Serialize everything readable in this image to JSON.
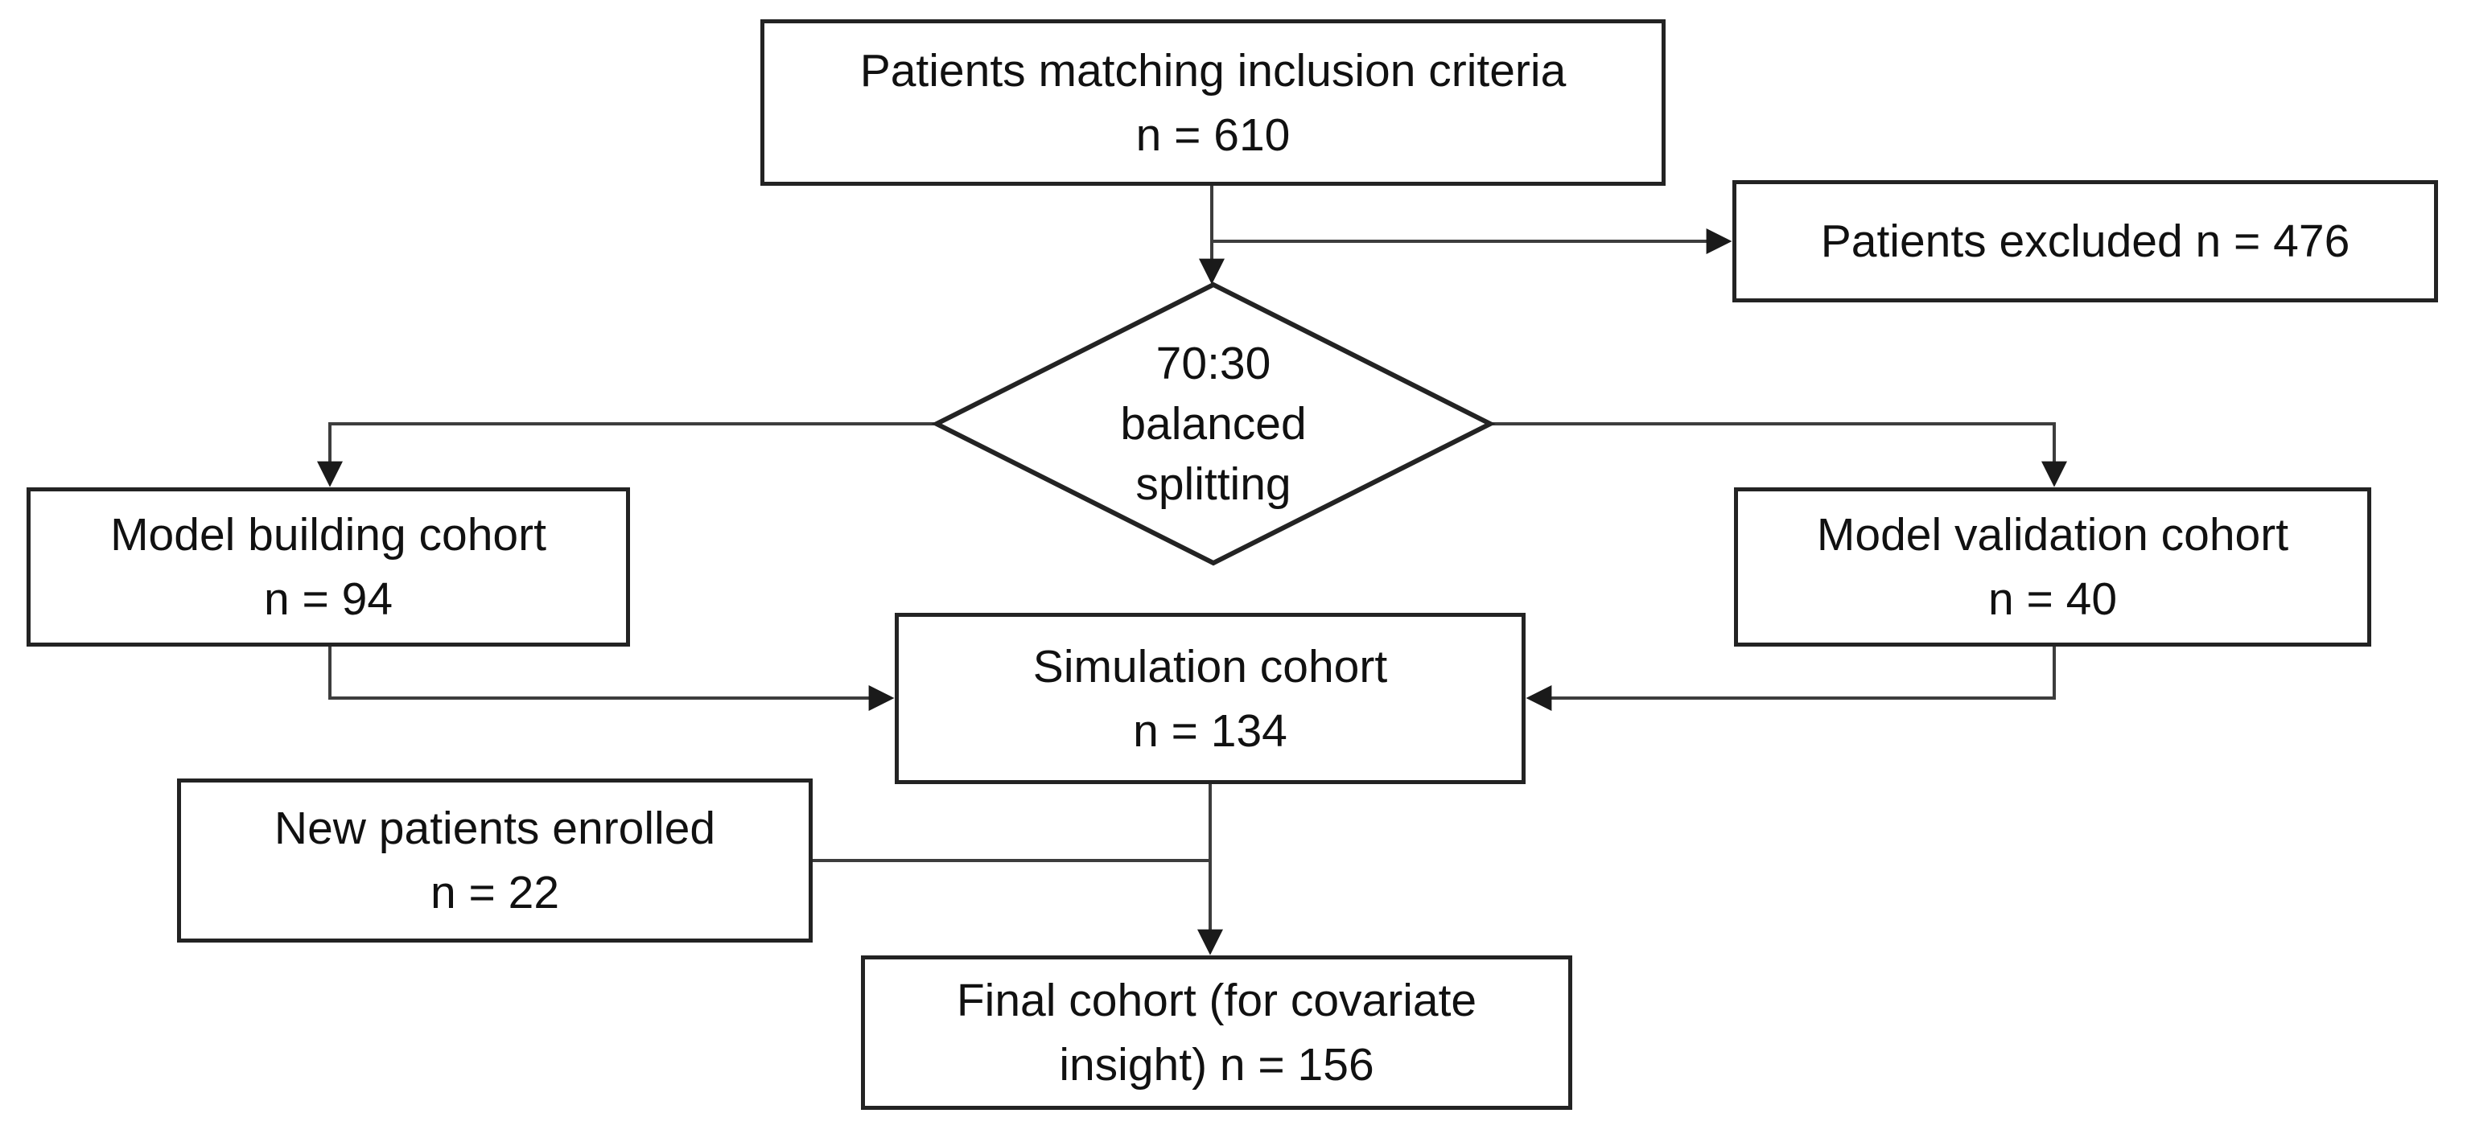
{
  "figure": {
    "background_color": "#ffffff",
    "box_border_color": "#232323",
    "line_color": "#3d3d3d",
    "arrow_color": "#1a1a1a",
    "text_color": "#111111"
  },
  "nodes": {
    "inclusion": {
      "lines": [
        "Patients matching inclusion criteria",
        "n = 610"
      ]
    },
    "excluded": {
      "lines": [
        "Patients excluded n = 476"
      ]
    },
    "split_decision": {
      "shape": "diamond",
      "lines": [
        "70:30",
        "balanced",
        "splitting"
      ]
    },
    "building": {
      "lines": [
        "Model building cohort",
        "n = 94"
      ]
    },
    "validation": {
      "lines": [
        "Model validation cohort",
        "n = 40"
      ]
    },
    "simulation": {
      "lines": [
        "Simulation cohort",
        "n = 134"
      ]
    },
    "new_patients": {
      "lines": [
        "New patients enrolled",
        "n = 22"
      ]
    },
    "final": {
      "lines": [
        "Final cohort (for covariate",
        "insight) n = 156"
      ]
    }
  },
  "edges": [
    {
      "from": "inclusion",
      "to": "split_decision",
      "arrow": true
    },
    {
      "from": "inclusion",
      "to": "excluded",
      "arrow": true
    },
    {
      "from": "split_decision",
      "to": "building",
      "arrow": true
    },
    {
      "from": "split_decision",
      "to": "validation",
      "arrow": true
    },
    {
      "from": "building",
      "to": "simulation",
      "arrow": true
    },
    {
      "from": "validation",
      "to": "simulation",
      "arrow": true
    },
    {
      "from": "simulation",
      "to": "final",
      "arrow": true
    },
    {
      "from": "new_patients",
      "to": "final",
      "arrow": false
    }
  ]
}
